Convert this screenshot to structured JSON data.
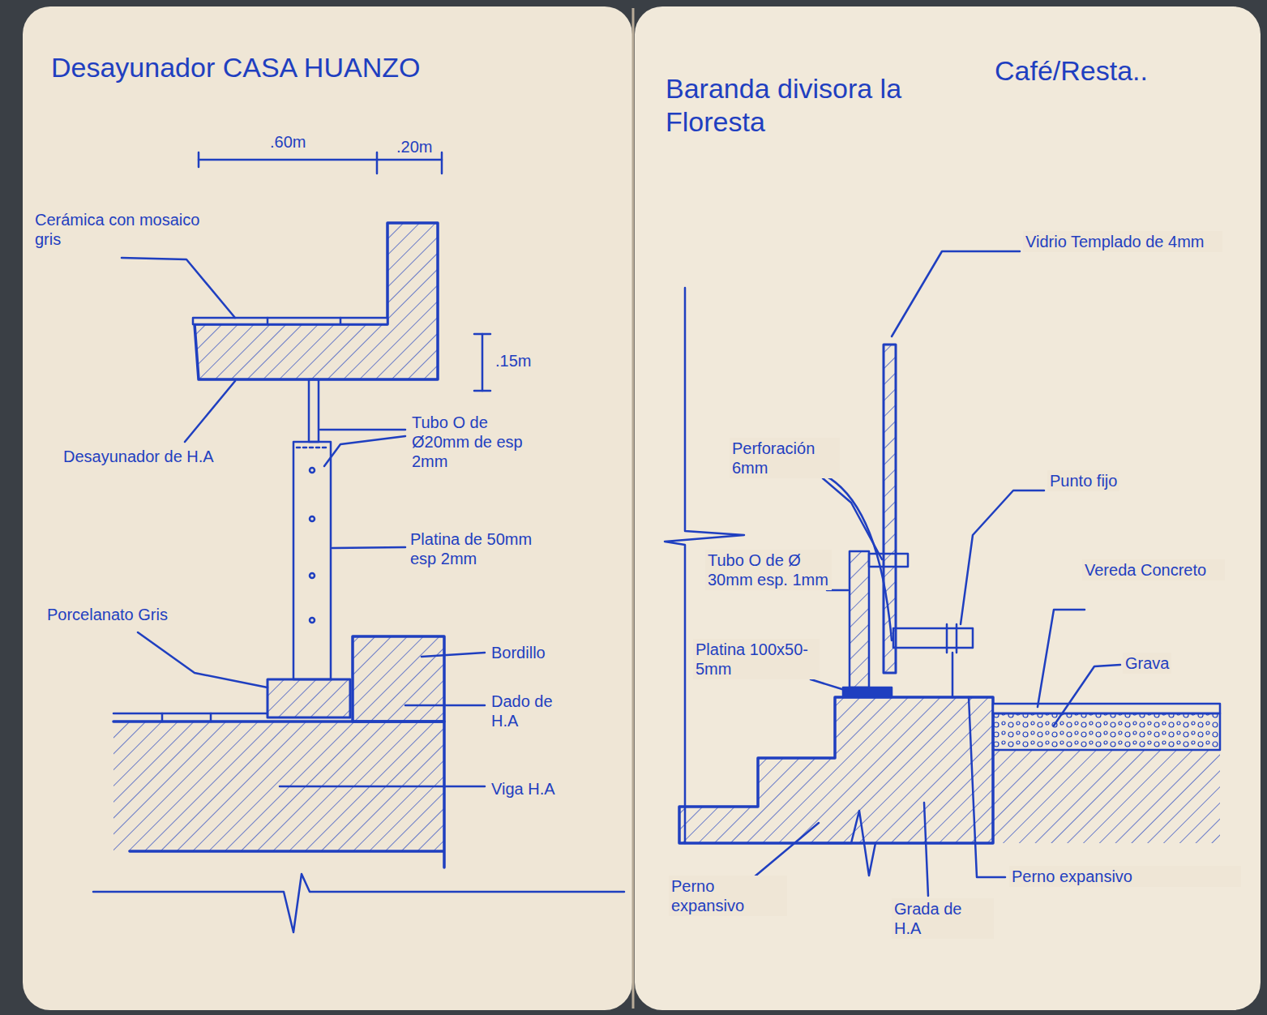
{
  "diagram": {
    "labels": [
      "Desayunador CASA HUANZO",
      ".60m",
      ".20m",
      "Cerámica con mosaico gris",
      ".15m",
      "Tubo O de Ø20mm de esp 2mm",
      "Desayunador de H.A",
      "Platina de 50mm esp 2mm",
      "Porcelanato Gris",
      "Bordillo",
      "Dado de H.A",
      "Viga H.A",
      "Baranda divisora la Floresta",
      "Café/Resta..",
      "Vidrio Templado de 4mm",
      "Perforación 6mm",
      "Punto fijo",
      "Tubo O de Ø 30mm esp. 1mm",
      "Platina 100x50-5mm",
      "Vereda Concreto",
      "Grava",
      "Perno expansivo",
      "Grada de H.A",
      "Perno expansivo"
    ]
  }
}
